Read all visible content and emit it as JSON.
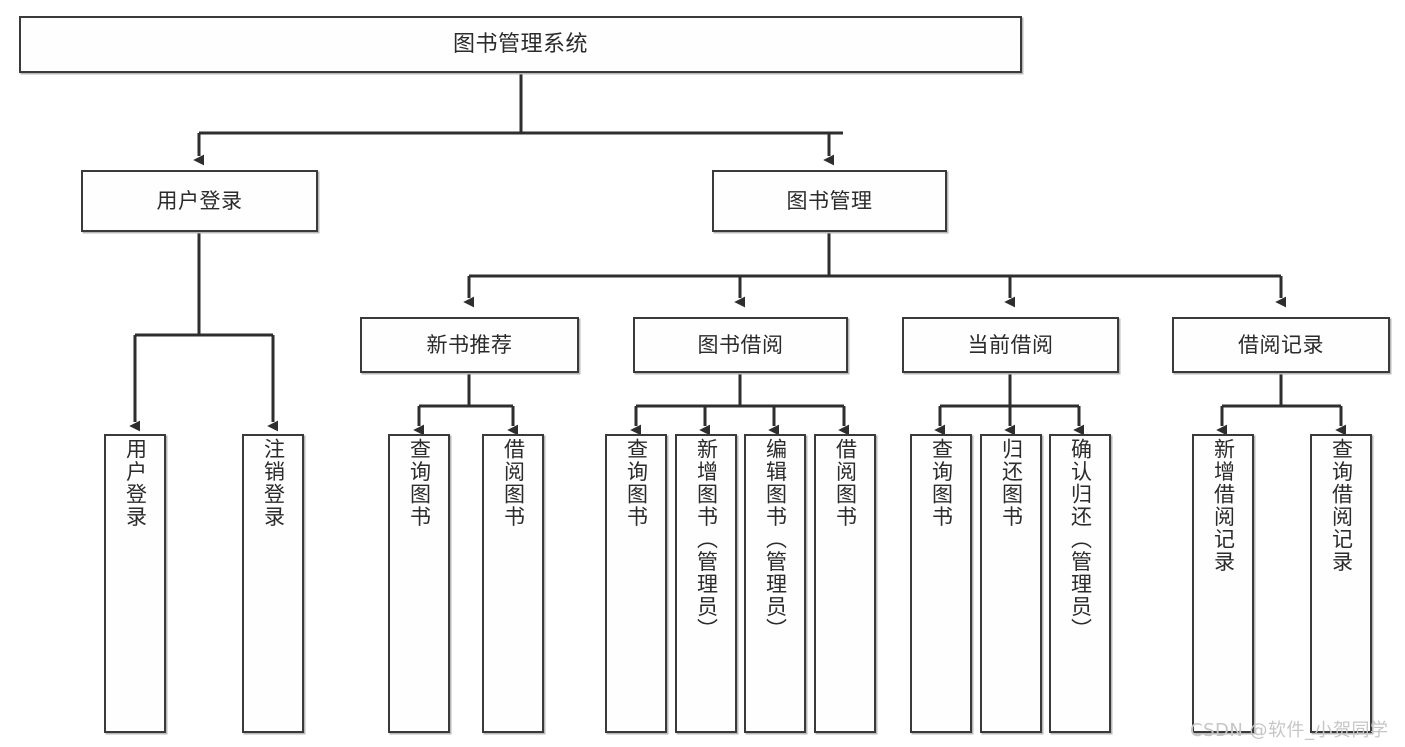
{
  "diagram": {
    "title": "图书管理系统",
    "watermark": "CSDN @软件_小贺同学",
    "colors": {
      "border": "#3a3a3a",
      "connector": "#2e2e2e",
      "text": "#2b2b2b",
      "background": "#ffffff",
      "watermark": "#c6c6c6",
      "box_fill": "#fefefe"
    },
    "nodes": {
      "root": {
        "label": "图书管理系统",
        "level": 1,
        "orientation": "horizontal"
      },
      "user_login": {
        "label": "用户登录",
        "level": 2,
        "orientation": "horizontal"
      },
      "book_admin": {
        "label": "图书管理",
        "level": 2,
        "orientation": "horizontal"
      },
      "new_book_rec": {
        "label": "新书推荐",
        "level": 3,
        "orientation": "horizontal"
      },
      "book_borrow": {
        "label": "图书借阅",
        "level": 3,
        "orientation": "horizontal"
      },
      "current_borrow": {
        "label": "当前借阅",
        "level": 3,
        "orientation": "horizontal"
      },
      "borrow_record": {
        "label": "借阅记录",
        "level": 3,
        "orientation": "horizontal"
      },
      "leaf_user_login": {
        "label": "用户登录",
        "level": 4,
        "orientation": "vertical"
      },
      "leaf_user_logout": {
        "label": "注销登录",
        "level": 4,
        "orientation": "vertical"
      },
      "leaf_rec_query_book": {
        "label": "查询图书",
        "level": 4,
        "orientation": "vertical"
      },
      "leaf_rec_borrow_book": {
        "label": "借阅图书",
        "level": 4,
        "orientation": "vertical"
      },
      "leaf_borrow_query_book": {
        "label": "查询图书",
        "level": 4,
        "orientation": "vertical"
      },
      "leaf_borrow_add_book": {
        "label": "新增图书（管理员）",
        "level": 4,
        "orientation": "vertical"
      },
      "leaf_borrow_edit_book": {
        "label": "编辑图书（管理员）",
        "level": 4,
        "orientation": "vertical"
      },
      "leaf_borrow_borrow_book": {
        "label": "借阅图书",
        "level": 4,
        "orientation": "vertical"
      },
      "leaf_cur_query_book": {
        "label": "查询图书",
        "level": 4,
        "orientation": "vertical"
      },
      "leaf_cur_return_book": {
        "label": "归还图书",
        "level": 4,
        "orientation": "vertical"
      },
      "leaf_cur_confirm_return": {
        "label": "确认归还（管理员）",
        "level": 4,
        "orientation": "vertical"
      },
      "leaf_rec_add_record": {
        "label": "新增借阅记录",
        "level": 4,
        "orientation": "vertical"
      },
      "leaf_rec_query_record": {
        "label": "查询借阅记录",
        "level": 4,
        "orientation": "vertical"
      }
    },
    "edges": [
      {
        "from": "root",
        "to": "user_login"
      },
      {
        "from": "root",
        "to": "book_admin"
      },
      {
        "from": "user_login",
        "to": "leaf_user_login"
      },
      {
        "from": "user_login",
        "to": "leaf_user_logout"
      },
      {
        "from": "book_admin",
        "to": "new_book_rec"
      },
      {
        "from": "book_admin",
        "to": "book_borrow"
      },
      {
        "from": "book_admin",
        "to": "current_borrow"
      },
      {
        "from": "book_admin",
        "to": "borrow_record"
      },
      {
        "from": "new_book_rec",
        "to": "leaf_rec_query_book"
      },
      {
        "from": "new_book_rec",
        "to": "leaf_rec_borrow_book"
      },
      {
        "from": "book_borrow",
        "to": "leaf_borrow_query_book"
      },
      {
        "from": "book_borrow",
        "to": "leaf_borrow_add_book"
      },
      {
        "from": "book_borrow",
        "to": "leaf_borrow_edit_book"
      },
      {
        "from": "book_borrow",
        "to": "leaf_borrow_borrow_book"
      },
      {
        "from": "current_borrow",
        "to": "leaf_cur_query_book"
      },
      {
        "from": "current_borrow",
        "to": "leaf_cur_return_book"
      },
      {
        "from": "current_borrow",
        "to": "leaf_cur_confirm_return"
      },
      {
        "from": "borrow_record",
        "to": "leaf_rec_add_record"
      },
      {
        "from": "borrow_record",
        "to": "leaf_rec_query_record"
      }
    ]
  }
}
